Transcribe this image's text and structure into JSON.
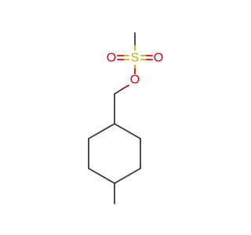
{
  "molecule": {
    "atoms": {
      "sulfur": {
        "label": "S",
        "color": "#c9b200"
      },
      "oxygen_left": {
        "label": "O",
        "color": "#e8000b"
      },
      "oxygen_right": {
        "label": "O",
        "color": "#e8000b"
      },
      "oxygen_ester": {
        "label": "O",
        "color": "#e8000b"
      }
    },
    "bond_color": "#3a3a3a"
  }
}
